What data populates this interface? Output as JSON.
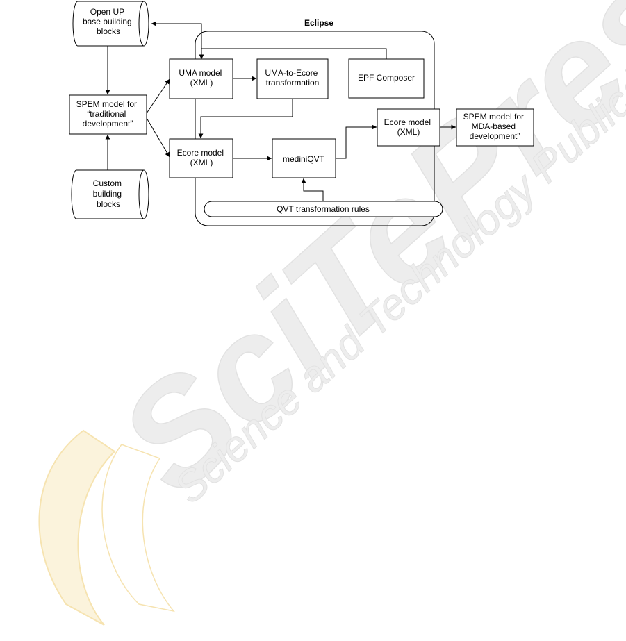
{
  "diagram": {
    "container": {
      "title": "Eclipse"
    },
    "nodes": {
      "openup": {
        "lines": [
          "Open UP",
          "base building",
          "blocks"
        ]
      },
      "custom": {
        "lines": [
          "Custom",
          "building",
          "blocks"
        ]
      },
      "spem_trad": {
        "lines": [
          "SPEM model for",
          "“traditional",
          "development”"
        ]
      },
      "uma": {
        "lines": [
          "UMA model",
          "(XML)"
        ]
      },
      "uma2ecore": {
        "lines": [
          "UMA-to-Ecore",
          "transformation"
        ]
      },
      "epf": {
        "lines": [
          "EPF Composer"
        ]
      },
      "ecore_left": {
        "lines": [
          "Ecore model",
          "(XML)"
        ]
      },
      "medini": {
        "lines": [
          "mediniQVT"
        ]
      },
      "ecore_right": {
        "lines": [
          "Ecore model",
          "(XML)"
        ]
      },
      "spem_mda": {
        "lines": [
          "SPEM model for",
          "MDA-based",
          "development”"
        ]
      },
      "qvt_rules": {
        "lines": [
          "QVT transformation rules"
        ]
      }
    }
  },
  "watermark": {
    "main": "SciTePress",
    "sub": "Science and Technology Publications",
    "colors": {
      "text": "#ededed",
      "logo": "#fbf3dc",
      "logo_edge": "#f6e3b0"
    }
  }
}
